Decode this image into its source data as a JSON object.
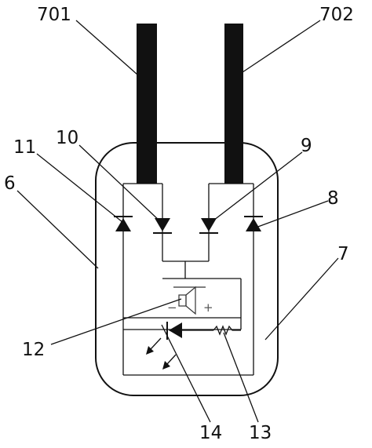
{
  "labels": {
    "l701": "701",
    "l702": "702",
    "l11": "11",
    "l10": "10",
    "l9": "9",
    "l6": "6",
    "l8": "8",
    "l7": "7",
    "l12": "12",
    "l14": "14",
    "l13": "13",
    "minus": "−",
    "plus": "+"
  },
  "colors": {
    "ink": "#111111",
    "background": "#ffffff"
  }
}
